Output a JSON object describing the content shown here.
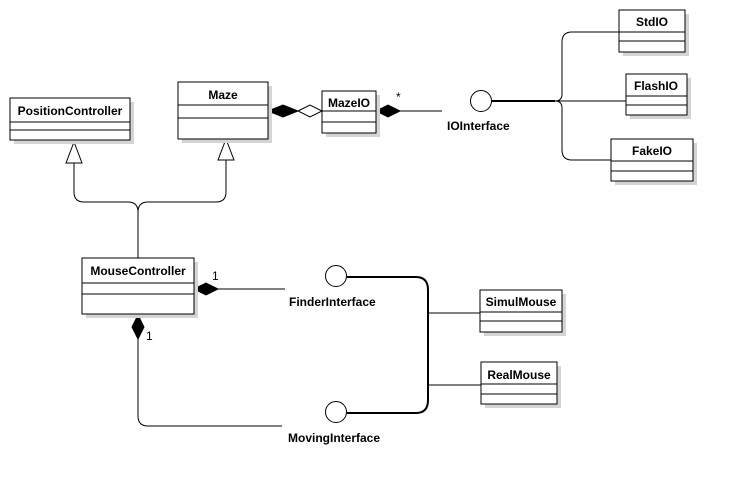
{
  "classes": {
    "position_controller": "PositionController",
    "maze": "Maze",
    "maze_io": "MazeIO",
    "std_io": "StdIO",
    "flash_io": "FlashIO",
    "fake_io": "FakeIO",
    "mouse_controller": "MouseController",
    "simul_mouse": "SimulMouse",
    "real_mouse": "RealMouse"
  },
  "interfaces": {
    "io_interface": "IOInterface",
    "finder_interface": "FinderInterface",
    "moving_interface": "MovingInterface"
  },
  "multiplicities": {
    "mazeio_io": "*",
    "mouse_finder": "1",
    "mouse_moving": "1"
  }
}
